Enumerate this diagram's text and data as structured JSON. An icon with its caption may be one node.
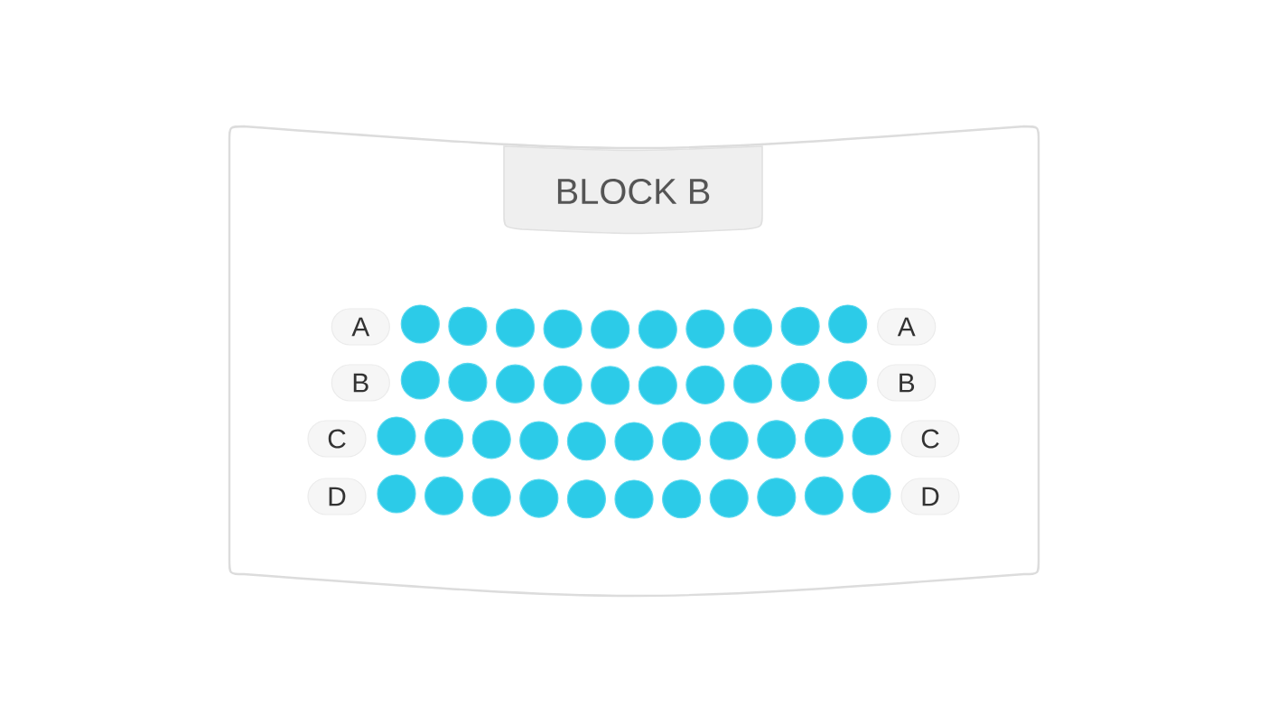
{
  "diagram": {
    "nodes": [
      {
        "text": [],
        "shape": "box"
      },
      {
        "text": [
          "BLOCK B"
        ],
        "in": 0
      },
      {
        "text": [
          "A"
        ],
        "in": 0
      },
      {
        "text": [],
        "shape": "circle",
        "in": 0
      },
      {
        "text": [],
        "shape": "circle",
        "in": 0
      },
      {
        "text": [],
        "shape": "circle",
        "in": 0
      },
      {
        "text": [],
        "shape": "circle",
        "in": 0
      },
      {
        "text": [],
        "shape": "circle",
        "in": 0
      },
      {
        "text": [],
        "shape": "circle",
        "in": 0
      },
      {
        "text": [],
        "shape": "circle",
        "in": 0
      },
      {
        "text": [],
        "shape": "circle",
        "in": 0
      },
      {
        "text": [],
        "shape": "circle",
        "in": 0
      },
      {
        "text": [],
        "shape": "circle",
        "in": 0
      },
      {
        "text": [
          "A"
        ],
        "in": 0
      },
      {
        "text": [
          "B"
        ],
        "in": 0
      },
      {
        "text": [],
        "shape": "circle",
        "in": 0
      },
      {
        "text": [],
        "shape": "circle",
        "in": 0
      },
      {
        "text": [],
        "shape": "circle",
        "in": 0
      },
      {
        "text": [],
        "shape": "circle",
        "in": 0
      },
      {
        "text": [],
        "shape": "circle",
        "in": 0
      },
      {
        "text": [],
        "shape": "circle",
        "in": 0
      },
      {
        "text": [],
        "shape": "circle",
        "in": 0
      },
      {
        "text": [],
        "shape": "circle",
        "in": 0
      },
      {
        "text": [],
        "shape": "circle",
        "in": 0
      },
      {
        "text": [],
        "shape": "circle",
        "in": 0
      },
      {
        "text": [
          "B"
        ],
        "in": 0
      },
      {
        "text": [
          "C"
        ],
        "in": 0
      },
      {
        "text": [],
        "shape": "circle",
        "in": 0
      },
      {
        "text": [],
        "shape": "circle",
        "in": 0
      },
      {
        "text": [],
        "shape": "circle",
        "in": 0
      },
      {
        "text": [],
        "shape": "circle",
        "in": 0
      },
      {
        "text": [],
        "shape": "circle",
        "in": 0
      },
      {
        "text": [],
        "shape": "circle",
        "in": 0
      },
      {
        "text": [],
        "shape": "circle",
        "in": 0
      },
      {
        "text": [],
        "shape": "circle",
        "in": 0
      },
      {
        "text": [],
        "shape": "circle",
        "in": 0
      },
      {
        "text": [],
        "shape": "circle",
        "in": 0
      },
      {
        "text": [],
        "shape": "circle",
        "in": 0
      },
      {
        "text": [
          "C"
        ],
        "in": 0
      },
      {
        "text": [
          "D"
        ],
        "in": 0
      },
      {
        "text": [],
        "shape": "circle",
        "in": 0
      },
      {
        "text": [],
        "shape": "circle",
        "in": 0
      },
      {
        "text": [],
        "shape": "circle",
        "in": 0
      },
      {
        "text": [],
        "shape": "circle",
        "in": 0
      },
      {
        "text": [],
        "shape": "circle",
        "in": 0
      },
      {
        "text": [],
        "shape": "circle",
        "in": 0
      },
      {
        "text": [],
        "shape": "circle",
        "in": 0
      },
      {
        "text": [],
        "shape": "circle",
        "in": 0
      },
      {
        "text": [],
        "shape": "circle",
        "in": 0
      },
      {
        "text": [],
        "shape": "circle",
        "in": 0
      },
      {
        "text": [],
        "shape": "circle",
        "in": 0
      },
      {
        "text": [
          "D"
        ],
        "in": 0
      }
    ]
  }
}
